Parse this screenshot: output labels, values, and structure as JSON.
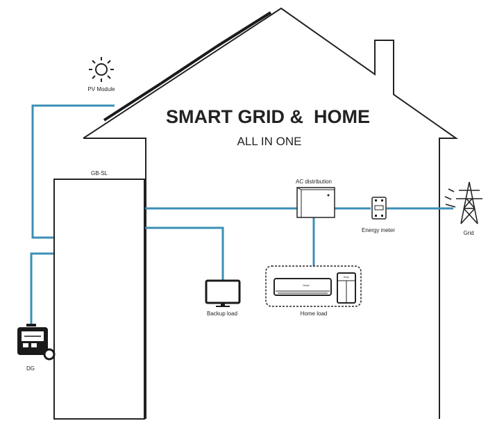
{
  "title": "SMART GRID &  HOME",
  "subtitle": "ALL IN ONE",
  "labels": {
    "pv_module": "PV Module",
    "inverter": "GB-SL",
    "ac_distribution": "AC distribution",
    "energy_meter": "Energy meter",
    "grid": "Grid",
    "backup_load": "Backup load",
    "home_load": "Home load",
    "dg": "DG",
    "ac_brand": "Deye",
    "fridge_brand": "Deye"
  },
  "colors": {
    "line": "#3b8fb5",
    "outline": "#222222",
    "panel": "#1a1a1a"
  }
}
